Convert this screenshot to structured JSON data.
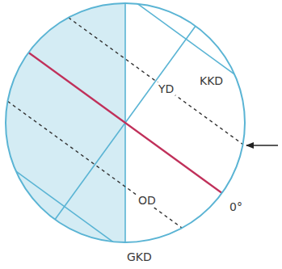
{
  "diagram": {
    "labels": [
      "KKD",
      "YD",
      "OD",
      "0°",
      "GKD"
    ]
  }
}
